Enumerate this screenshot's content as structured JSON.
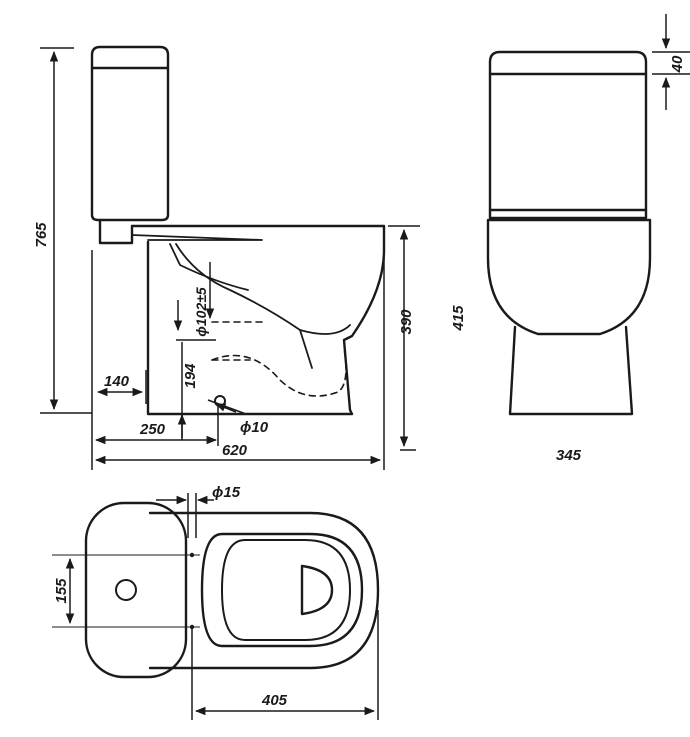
{
  "drawing": {
    "side_view": {
      "height_total": "765",
      "cistern_offset": "140",
      "outlet_height_range": "ϕ102±5",
      "outlet_center_height": "194",
      "inlet_distance": "250",
      "inlet_diameter": "ϕ10",
      "overall_length": "620",
      "bowl_height": "390"
    },
    "front_view": {
      "lid_thickness": "40",
      "seat_height": "415",
      "width": "345"
    },
    "top_view": {
      "fixing_hole_diameter": "ϕ15",
      "fixing_spacing": "155",
      "wall_to_fixing": "405"
    }
  }
}
